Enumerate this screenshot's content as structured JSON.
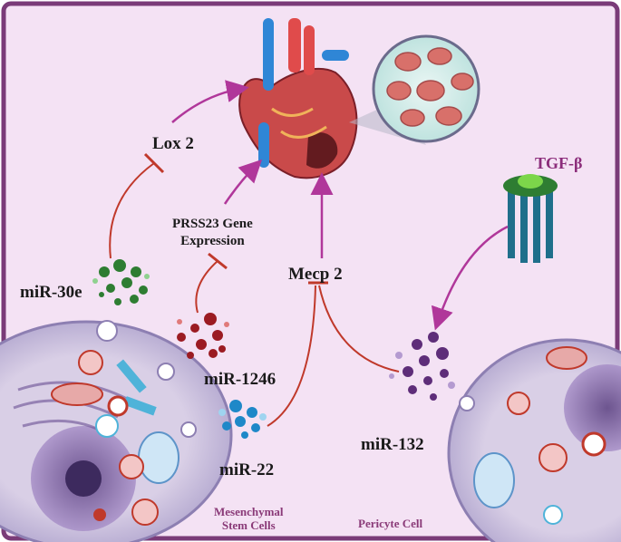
{
  "labels": {
    "lox2": "Lox 2",
    "prss23_line1": "PRSS23 Gene",
    "prss23_line2": "Expression",
    "mecp2": "Mecp 2",
    "mir30e": "miR-30e",
    "mir1246": "miR-1246",
    "mir22": "miR-22",
    "mir132": "miR-132",
    "tgfb": "TGF-β",
    "msc_line1": "Mesenchymal",
    "msc_line2": "Stem Cells",
    "pericyte": "Pericyte Cell"
  },
  "colors": {
    "background": "#f4e2f4",
    "border": "#7a3b78",
    "arrow_magenta": "#b0379a",
    "inhibit_red": "#c0392b",
    "mir30e_green": "#2e7d32",
    "mir1246_red": "#9b1b22",
    "mir22_blue": "#1e88c8",
    "mir132_purple": "#5e2d79"
  }
}
